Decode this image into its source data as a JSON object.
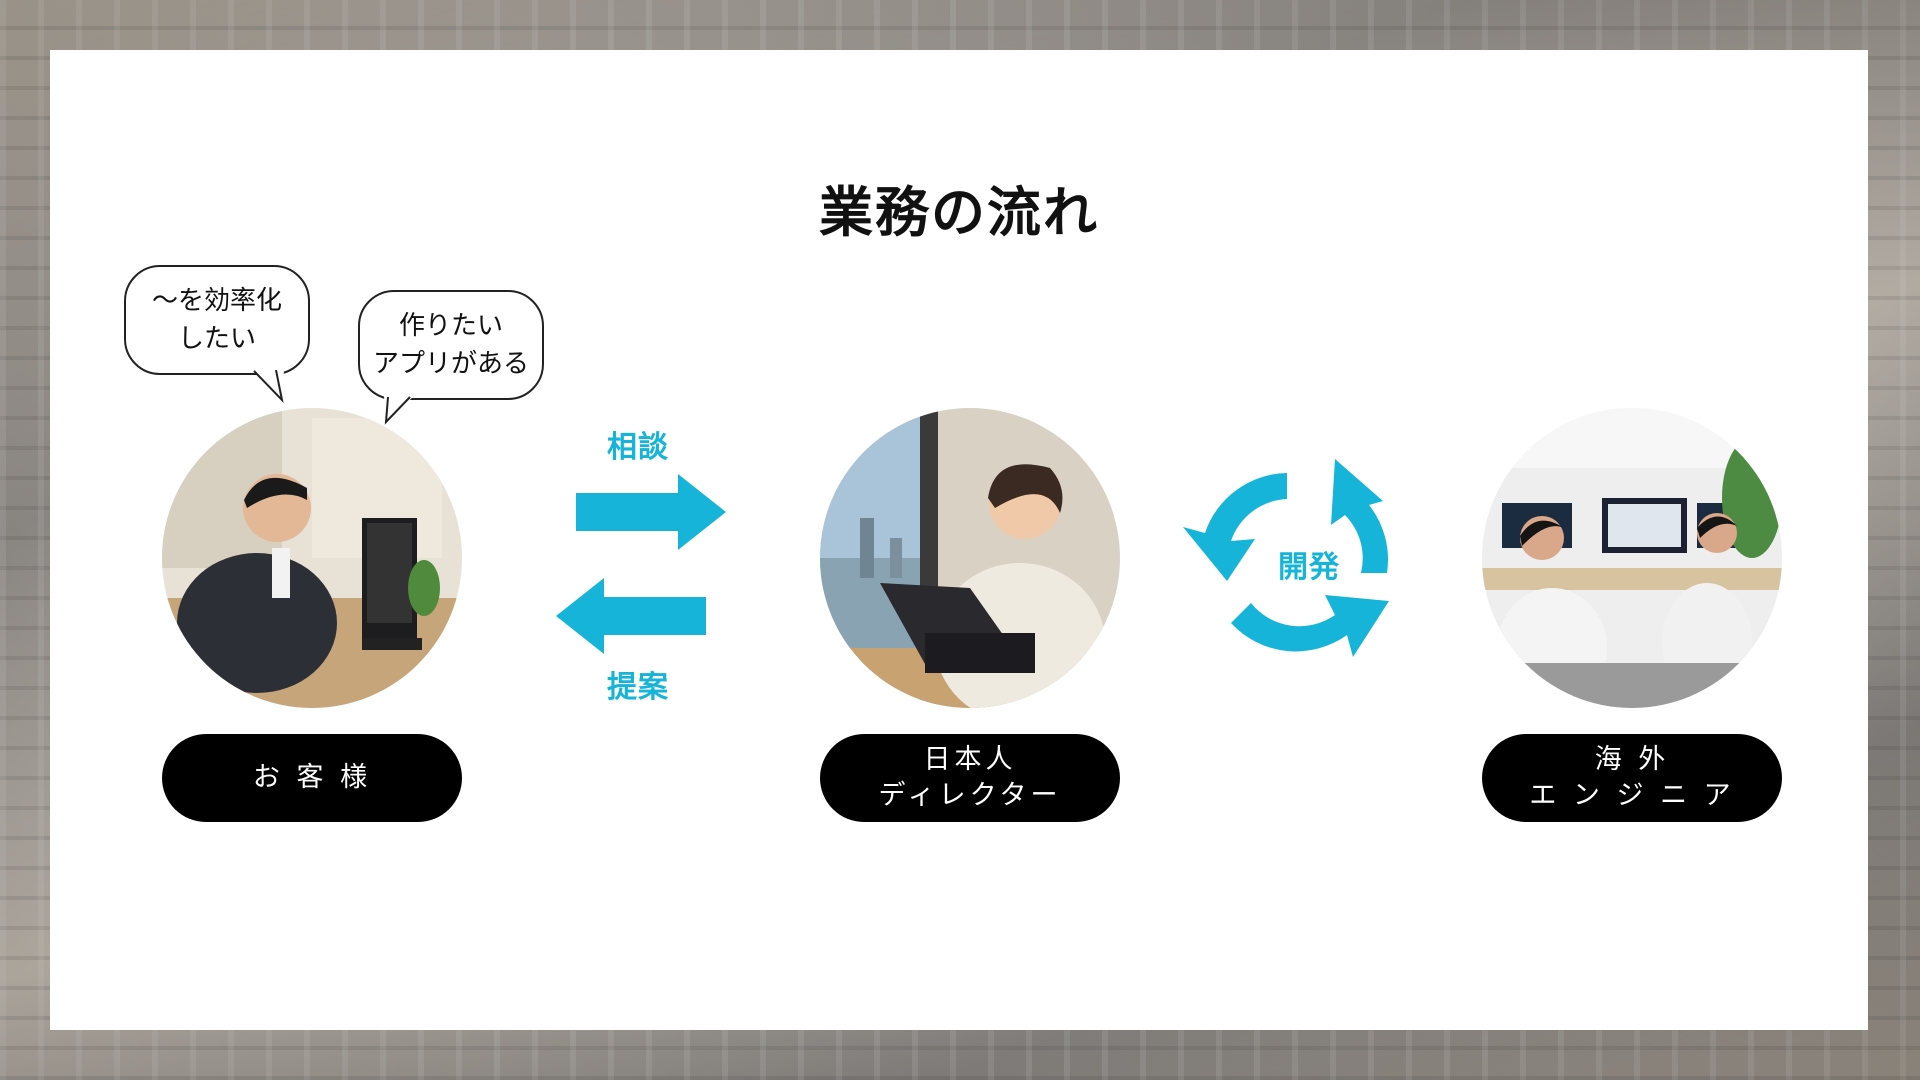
{
  "title": "業務の流れ",
  "colors": {
    "accent": "#17b4d9",
    "pill": "#000000",
    "card": "#ffffff"
  },
  "bubbles": [
    {
      "lines": [
        "〜を効率化",
        "したい"
      ]
    },
    {
      "lines": [
        "作りたい",
        "アプリがある"
      ]
    }
  ],
  "flow": {
    "consult": "相談",
    "propose": "提案",
    "develop": "開発"
  },
  "actors": [
    {
      "photo": "customer-at-desk-photo",
      "lines": [
        "お 客 様"
      ]
    },
    {
      "photo": "director-with-laptop-photo",
      "lines": [
        "日本人",
        "ディレクター"
      ]
    },
    {
      "photo": "engineers-in-office-photo",
      "lines": [
        "海 外",
        "エ ン ジ ニ ア"
      ]
    }
  ],
  "icons": {
    "right-arrow": "right-arrow-icon",
    "left-arrow": "left-arrow-icon",
    "cycle": "cycle-arrows-icon"
  }
}
